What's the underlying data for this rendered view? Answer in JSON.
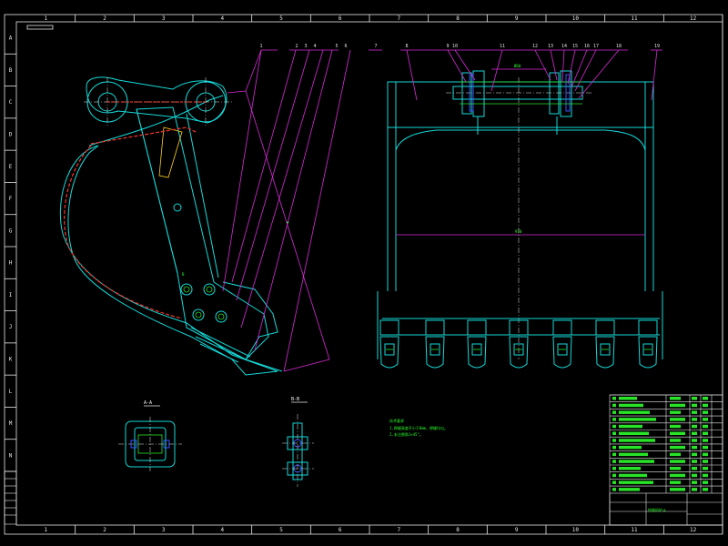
{
  "sheet": {
    "top_ruler": [
      "1",
      "2",
      "3",
      "4",
      "5",
      "6",
      "7",
      "8",
      "9",
      "10",
      "11",
      "12"
    ],
    "bottom_ruler": [
      "1",
      "2",
      "3",
      "4",
      "5",
      "6",
      "7",
      "8",
      "9",
      "10",
      "11",
      "12"
    ],
    "left_ruler": [
      "A",
      "B",
      "C",
      "D",
      "E",
      "F",
      "G",
      "H",
      "I",
      "J",
      "K",
      "L",
      "M",
      "N"
    ]
  },
  "callouts": {
    "side_view": [
      "1",
      "2",
      "3",
      "4",
      "5",
      "6",
      "7"
    ],
    "front_view": [
      "8",
      "9",
      "10",
      "11",
      "12",
      "13",
      "14",
      "15",
      "16",
      "17",
      "18",
      "19"
    ]
  },
  "section_marks": {
    "left": "A-A",
    "right": "B-B",
    "detail": "B"
  },
  "dims": {
    "pin_span": "Ø60",
    "inner_width": "970"
  },
  "notes": {
    "title": "技术要求",
    "lines": [
      "1.焊缝高度不小于8mm，焊缝均匀。",
      "2.未注倒角1×45°。"
    ]
  },
  "title_block": {
    "label": "挖掘机铲斗"
  },
  "colors": {
    "background": "#000000",
    "outline": "#16d9d9",
    "leader": "#d82bd8",
    "weld": "#e8342a",
    "text": "#e8e8e8",
    "note": "#29e329"
  }
}
